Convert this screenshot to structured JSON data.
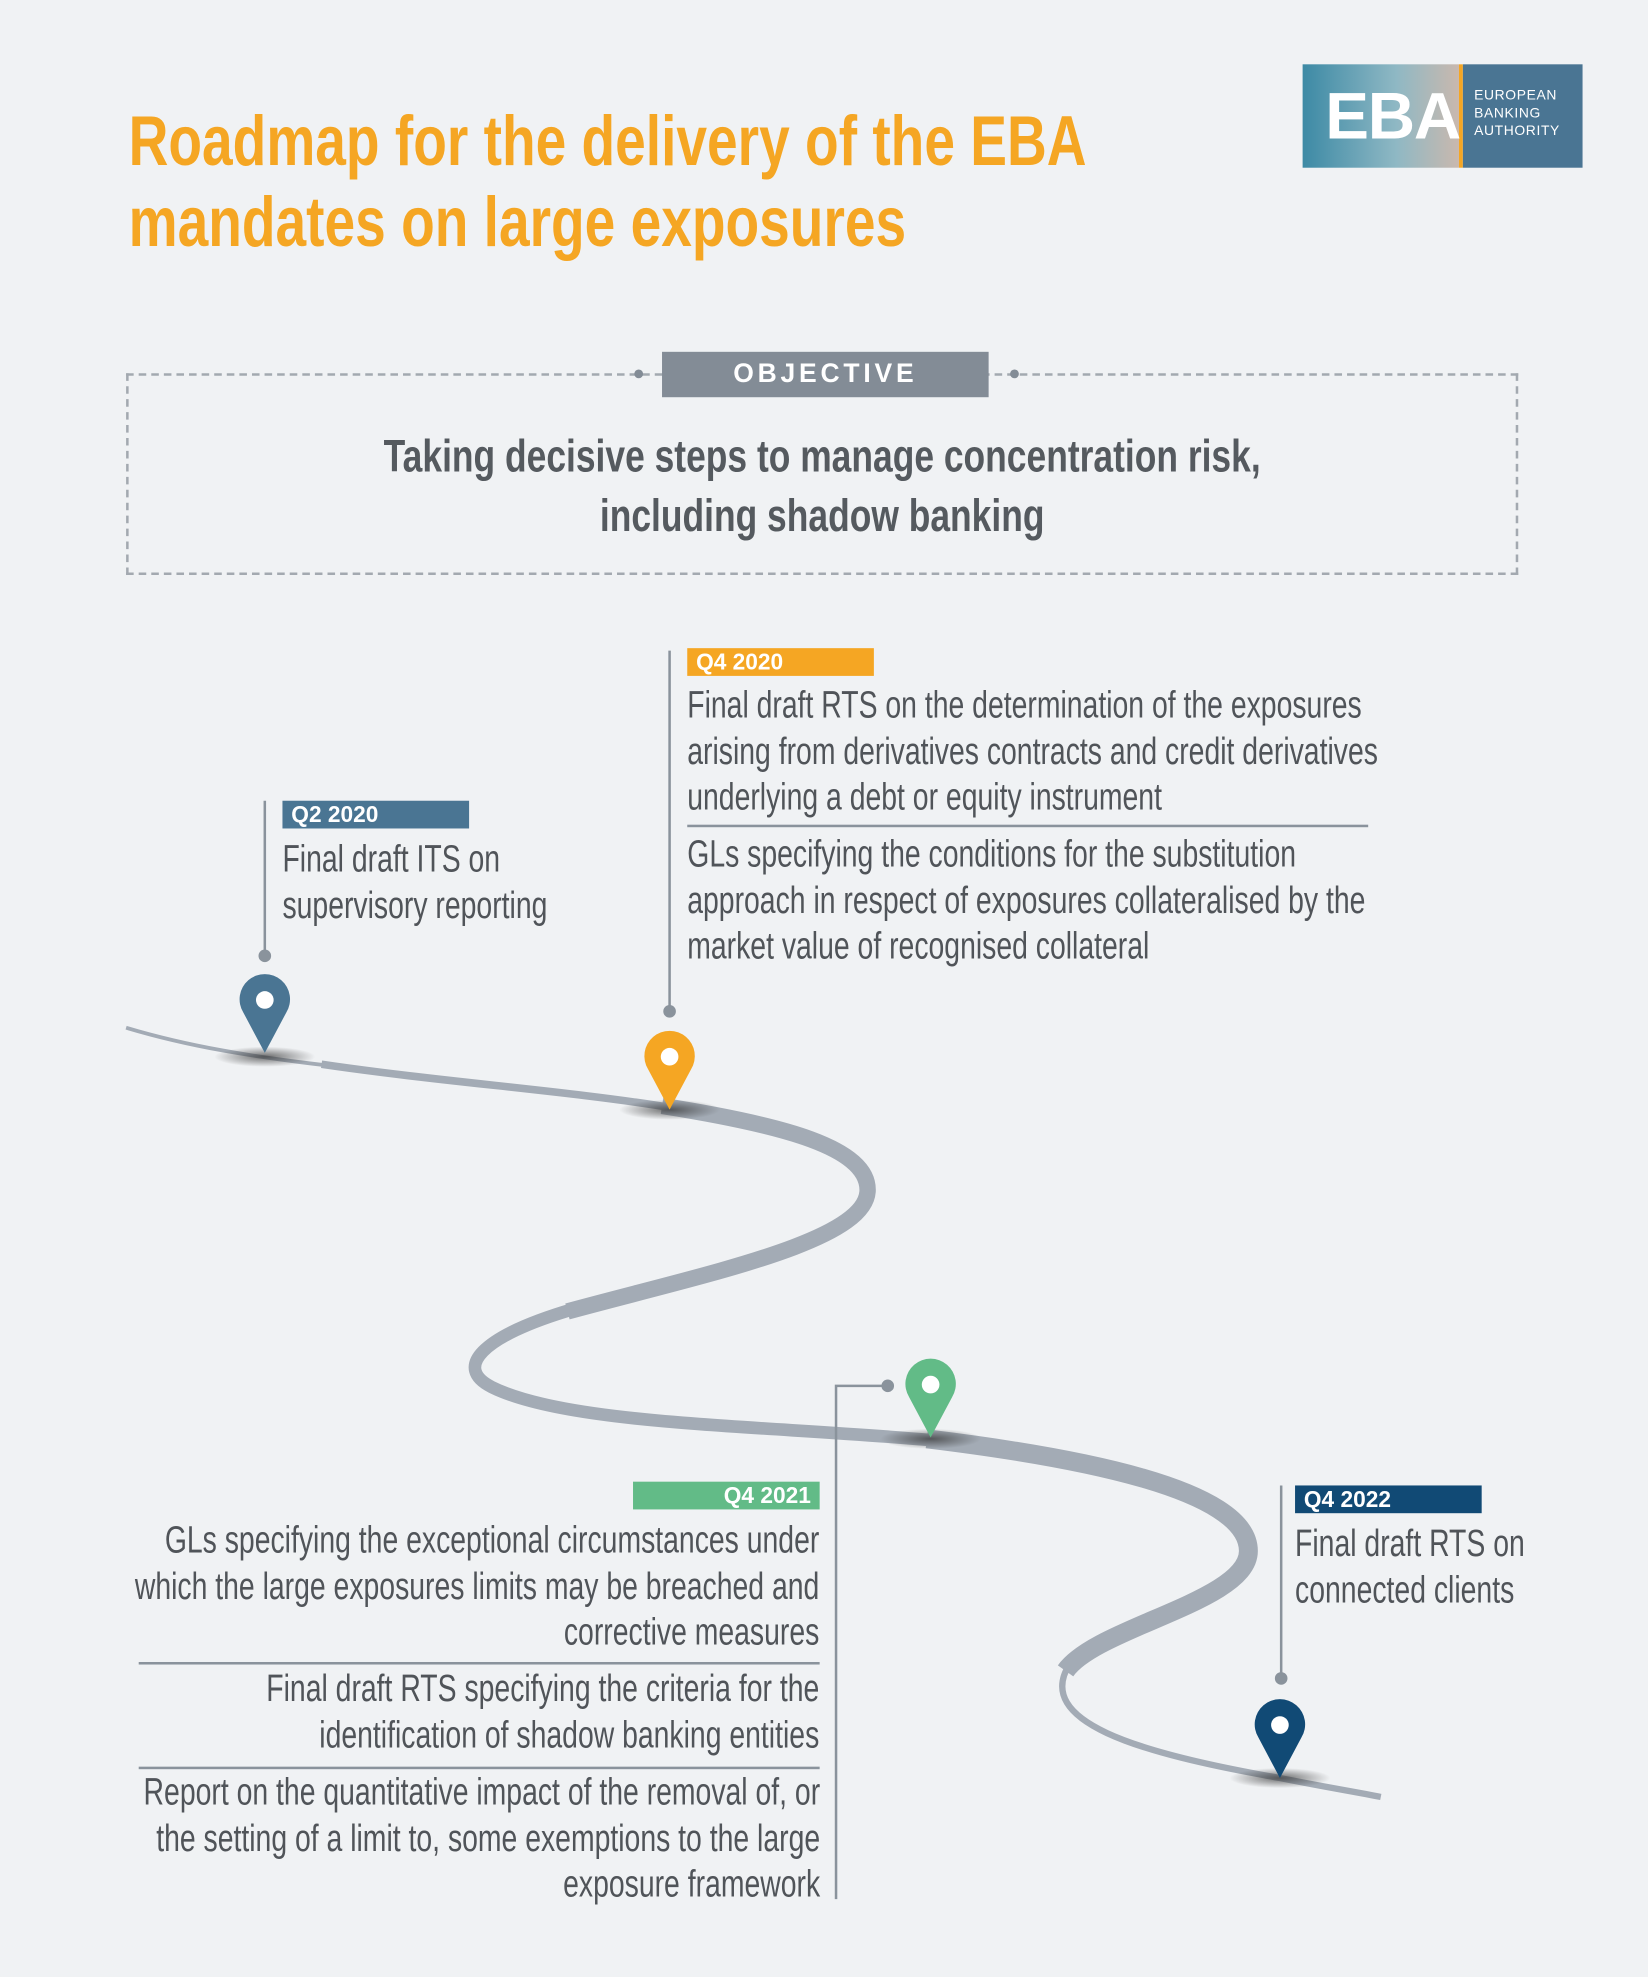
{
  "title_lines": [
    "Roadmap for the delivery of the EBA",
    "mandates on large exposures"
  ],
  "logo": {
    "abbr": "EBA",
    "name_lines": [
      "EUROPEAN",
      "BANKING",
      "AUTHORITY"
    ]
  },
  "objective": {
    "label": "OBJECTIVE",
    "lines": [
      "Taking decisive steps to manage concentration risk,",
      "including shadow banking"
    ]
  },
  "colors": {
    "q2_2020": "#4a7593",
    "q4_2020": "#f5a623",
    "q4_2021": "#62bb87",
    "q4_2022": "#114a75",
    "road": "#a3abb5"
  },
  "milestones": [
    {
      "date": "Q2 2020",
      "items": [
        [
          "Final draft ITS on",
          "supervisory reporting"
        ]
      ]
    },
    {
      "date": "Q4 2020",
      "items": [
        [
          "Final draft RTS on the determination of the exposures",
          "arising from derivatives contracts and credit derivatives",
          "underlying a debt or equity instrument"
        ],
        [
          "GLs specifying the conditions for the substitution",
          "approach in respect of exposures collateralised by the",
          "market value of recognised collateral"
        ]
      ]
    },
    {
      "date": "Q4 2021",
      "items": [
        [
          "GLs specifying the exceptional circumstances under",
          "which the large exposures limits may be breached and",
          "corrective measures"
        ],
        [
          "Final draft RTS specifying the criteria for the",
          "identification of shadow banking entities"
        ],
        [
          "Report on the quantitative impact of the removal of, or",
          "the setting of a limit to, some exemptions to the large",
          "exposure framework"
        ]
      ]
    },
    {
      "date": "Q4 2022",
      "items": [
        [
          "Final draft RTS on",
          "connected clients"
        ]
      ]
    }
  ]
}
